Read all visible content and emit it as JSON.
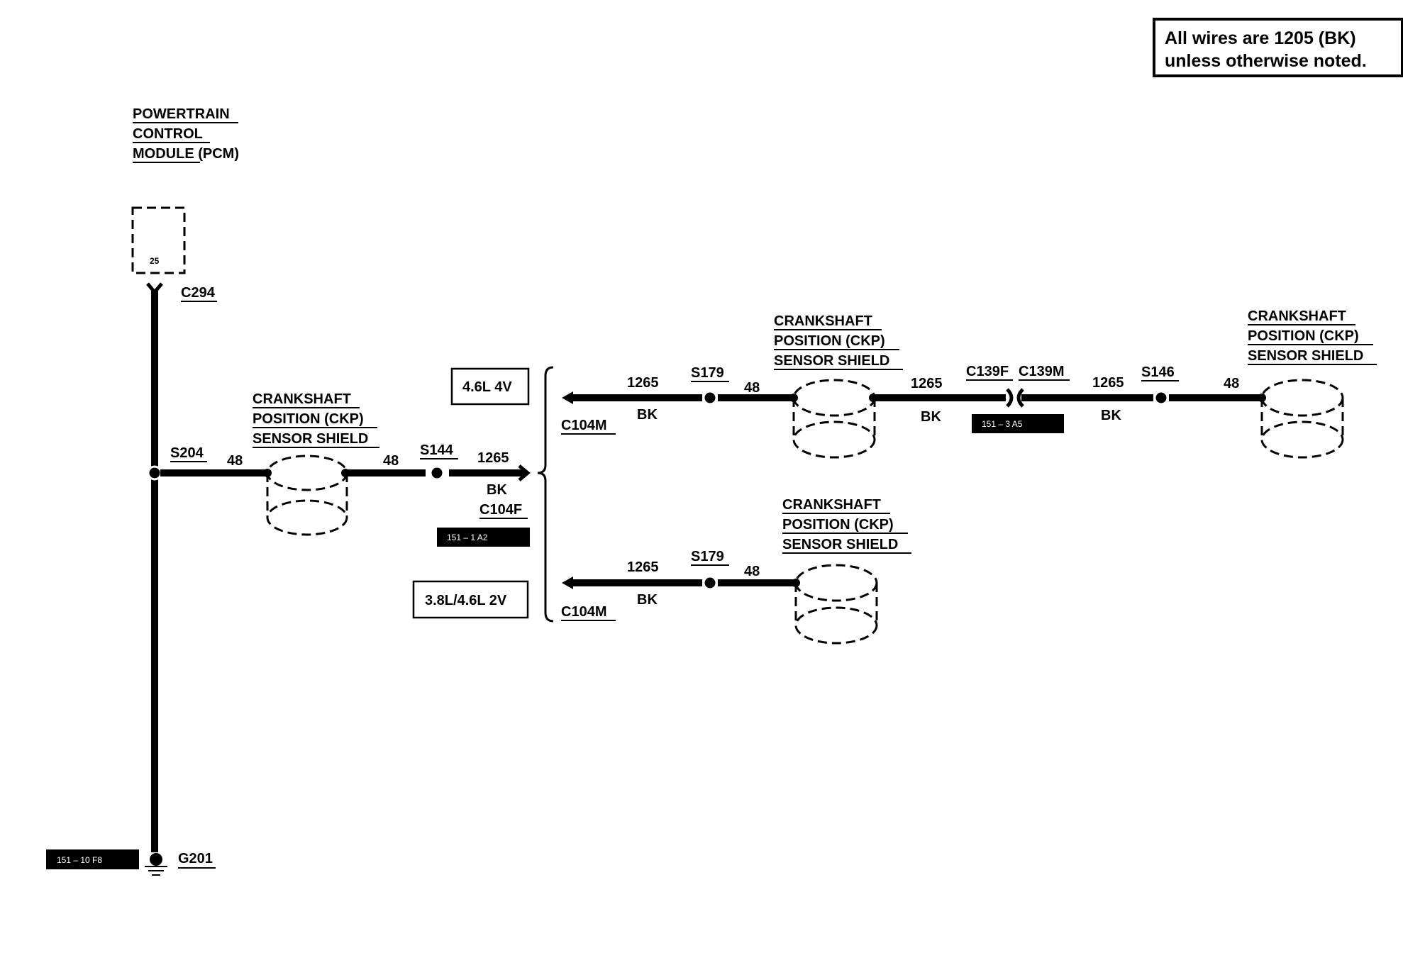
{
  "note": {
    "line1": "All wires are 1205 (BK)",
    "line2": "unless otherwise noted."
  },
  "pcm": {
    "line1": "POWERTRAIN",
    "line2": "CONTROL",
    "line3": "MODULE",
    "line3_suffix": " (PCM)",
    "pin": "25",
    "connector": "C294"
  },
  "ground": {
    "label": "G201",
    "ref": "151 – 10 F8"
  },
  "shield": {
    "line1": "CRANKSHAFT",
    "line2": "POSITION (CKP)",
    "line3": "SENSOR SHIELD"
  },
  "splices": {
    "s204": "S204",
    "s144": "S144",
    "s179": "S179",
    "s146": "S146"
  },
  "circuits": {
    "c48": "48",
    "c1265": "1265",
    "bk": "BK"
  },
  "connectors": {
    "c104f": "C104F",
    "c104m": "C104M",
    "c139f": "C139F",
    "c139m": "C139M"
  },
  "refs": {
    "r151_1": "151 – 1 A2",
    "r151_3": "151 – 3 A5"
  },
  "engines": {
    "v4": "4.6L 4V",
    "v2": "3.8L/4.6L 2V"
  }
}
